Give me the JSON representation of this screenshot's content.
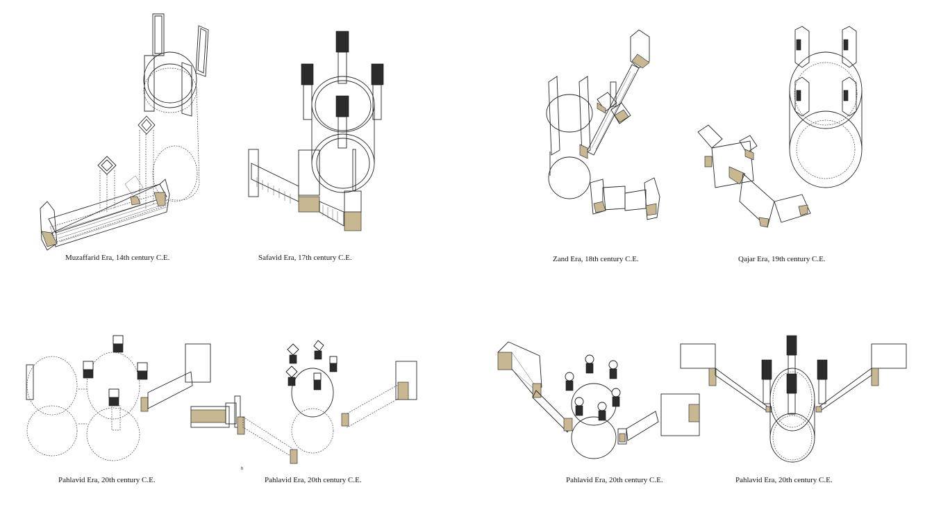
{
  "figure": {
    "panels": [
      {
        "id": "muzaffarid",
        "caption": "Muzaffarid Era, 14th century C.E."
      },
      {
        "id": "safavid",
        "caption": "Safavid Era, 17th century C.E."
      },
      {
        "id": "zand",
        "caption": "Zand Era, 18th century C.E."
      },
      {
        "id": "qajar",
        "caption": "Qajar Era, 19th century C.E."
      },
      {
        "id": "pahlavid-1",
        "caption": "Pahlavid Era, 20th century C.E."
      },
      {
        "id": "pahlavid-2",
        "caption": "Pahlavid Era, 20th century C.E."
      },
      {
        "id": "pahlavid-3",
        "caption": "Pahlavid Era, 20th century C.E."
      },
      {
        "id": "pahlavid-4",
        "caption": "Pahlavid Era, 20th century C.E."
      }
    ],
    "stray_mark": "ʰ",
    "colors": {
      "line": "#222222",
      "fill_tan": "#c8b892",
      "fill_dark": "#2b2b2b",
      "background": "#ffffff"
    }
  }
}
